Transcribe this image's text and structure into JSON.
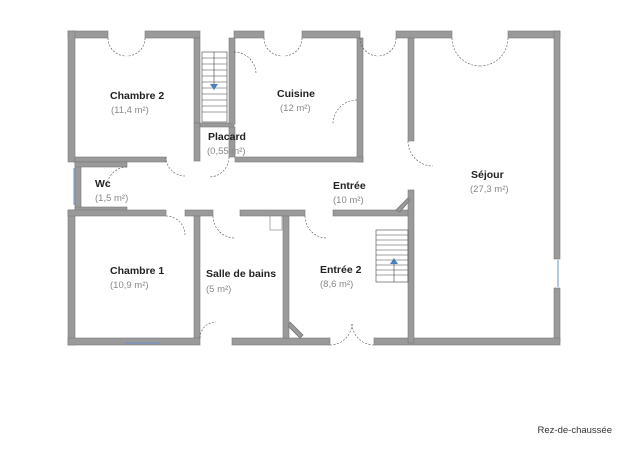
{
  "rooms": {
    "chambre2": {
      "name": "Chambre 2",
      "area": "(11,4 m²)"
    },
    "cuisine": {
      "name": "Cuisine",
      "area": "(12 m²)"
    },
    "placard": {
      "name": "Placard",
      "area": "(0,55 m²)"
    },
    "wc": {
      "name": "Wc",
      "area": "(1,5 m²)"
    },
    "entree": {
      "name": "Entrée",
      "area": "(10 m²)"
    },
    "sejour": {
      "name": "Séjour",
      "area": "(27,3 m²)"
    },
    "chambre1": {
      "name": "Chambre 1",
      "area": "(10,9 m²)"
    },
    "sdb": {
      "name": "Salle de bains",
      "area": "(5 m²)"
    },
    "entree2": {
      "name": "Entrée 2",
      "area": "(8,6 m²)"
    }
  },
  "caption": "Rez-de-chaussée",
  "colors": {
    "wall": "#999999",
    "wall_stroke": "#777777",
    "door": "#444444",
    "stair_arrow": "#4a7fc0",
    "window": "#6a8fcf"
  }
}
